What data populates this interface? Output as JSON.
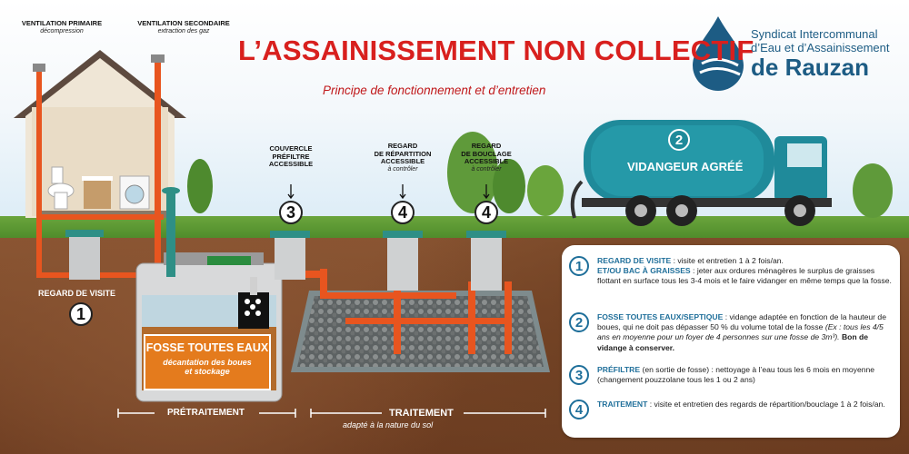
{
  "header": {
    "title": "L’ASSAINISSEMENT NON COLLECTIF",
    "subtitle": "Principe de fonctionnement et d’entretien"
  },
  "brand": {
    "line1": "Syndicat Intercommunal",
    "line2": "d’Eau et d’Assainissement",
    "line3": "de Rauzan"
  },
  "vents": {
    "primary_title": "VENTILATION PRIMAIRE",
    "primary_sub": "décompression",
    "secondary_title": "VENTILATION SECONDAIRE",
    "secondary_sub": "extraction des gaz"
  },
  "labels": {
    "regard_visite": "REGARD DE VISITE",
    "couvercle": "COUVERCLE\nPRÉFILTRE\nACCESSIBLE",
    "repartition": "REGARD\nDE RÉPARTITION\nACCESSIBLE",
    "repartition_sub": "à contrôler",
    "bouclage": "REGARD\nDE BOUCLAGE\nACCESSIBLE",
    "bouclage_sub": "à contrôler",
    "vidangeur": "VIDANGEUR AGRÉÉ",
    "fosse_title": "FOSSE TOUTES EAUX",
    "fosse_sub": "décantation des boues\net stockage",
    "pretraitement": "PRÉTRAITEMENT",
    "traitement": "TRAITEMENT",
    "traitement_sub": "adapté à la nature du sol"
  },
  "numbers": {
    "n1": "1",
    "n2": "2",
    "n3": "3",
    "n4": "4"
  },
  "info": [
    {
      "num": "1",
      "heading1": "REGARD DE VISITE",
      "text1": " : visite et entretien 1 à 2 fois/an.",
      "heading2": "ET/OU BAC À GRAISSES",
      "text2": " : jeter aux ordures ménagères le surplus de graisses flottant en surface tous les 3-4 mois et le faire vidanger en même temps que la fosse."
    },
    {
      "num": "2",
      "heading1": "FOSSE TOUTES EAUX/SEPTIQUE",
      "text1": " : vidange adaptée en fonction de la hauteur de boues, qui ne doit pas dépasser 50 % du volume total de la fosse ",
      "italic": "(Ex : tous les 4/5 ans en moyenne pour un foyer de 4 personnes sur une fosse de 3m³).",
      "bold_end": " Bon de vidange à conserver."
    },
    {
      "num": "3",
      "heading1": "PRÉFILTRE",
      "text1": " (en sortie de fosse) : nettoyage à l’eau tous les 6 mois en moyenne (changement pouzzolane tous les 1 ou 2 ans)"
    },
    {
      "num": "4",
      "heading1": "TRAITEMENT",
      "text1": " : visite et entretien des regards de répartition/bouclage 1 à 2 fois/an."
    }
  ],
  "colors": {
    "title_red": "#d8201e",
    "brand_blue": "#1d5c84",
    "pipe_orange": "#e8551f",
    "truck_teal": "#1f8a9a",
    "fosse_orange": "#e47b1d"
  }
}
